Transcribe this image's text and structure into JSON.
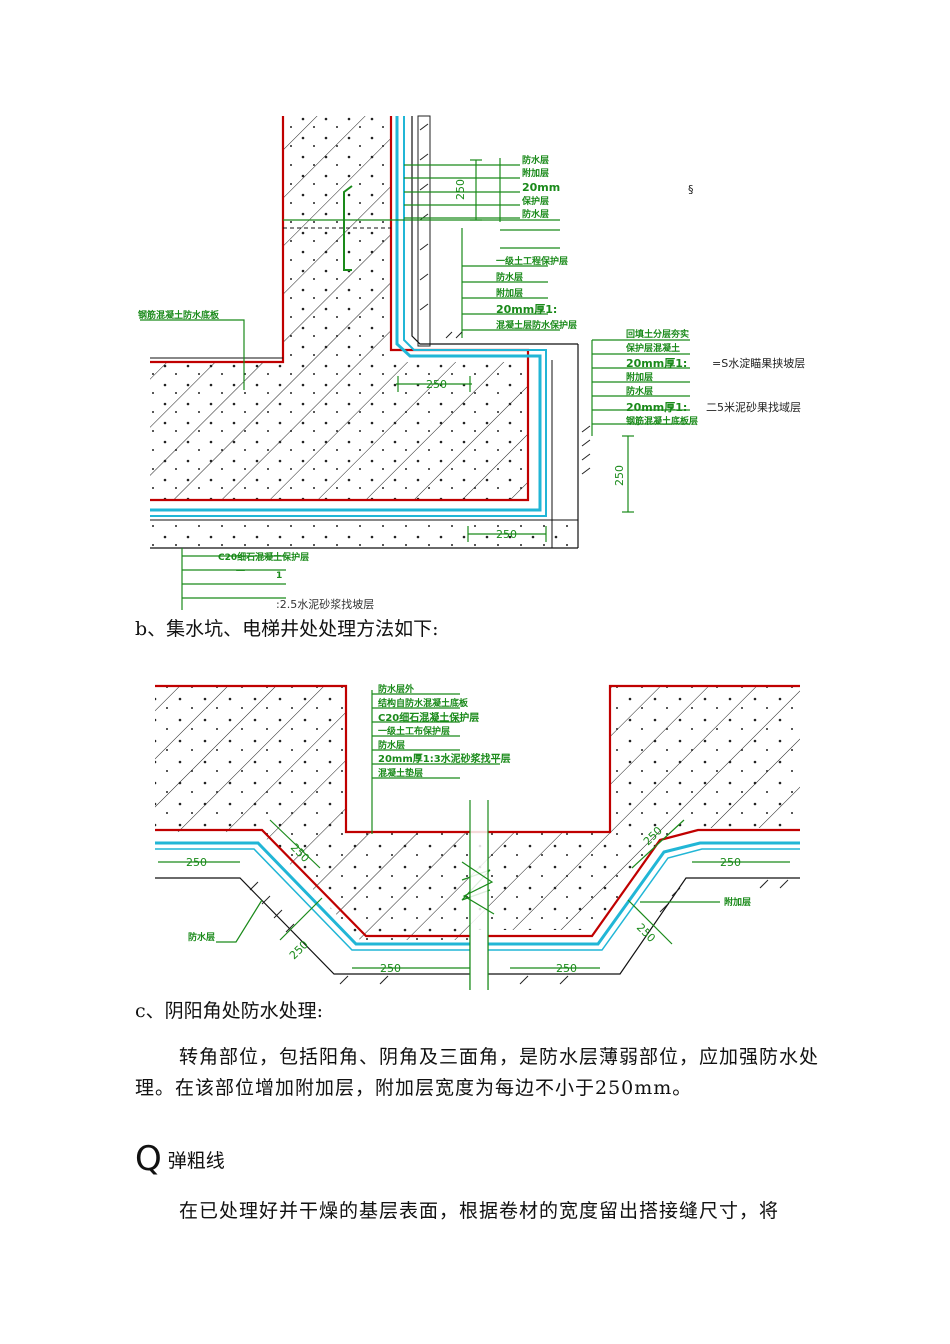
{
  "figure1": {
    "wall_labels": [
      "防水层",
      "附加层",
      "20mm",
      "保护层",
      "防水层"
    ],
    "left_labels": [
      "一级土工程保护层",
      "防水层",
      "附加层",
      "20mm厚1:",
      "混凝土层防水保护层"
    ],
    "right_labels": [
      "回填土分层夯实",
      "保护层混凝土",
      "20mm厚1:",
      "附加层",
      "防水层",
      "20mm厚1:",
      "钢筋混凝土底板层"
    ],
    "left_note": "钢筋混凝土防水底板",
    "right_note_1": "=S水淀瞄果挟坡层",
    "right_note_2": "二5米泥砂果找域层",
    "bottom_labels": [
      "C20细石混凝土保护层",
      "一",
      "1"
    ],
    "bottom_note": ":2.5水泥砂浆找坡层",
    "dim_250": "250",
    "stray_mark": "§"
  },
  "heading_b": "b、集水坑、电梯井处处理方法如下:",
  "figure2": {
    "labels": [
      "防水层外",
      "结构自防水混凝土底板",
      "C20细石混凝土保护层",
      "一级土工布保护层",
      "防水层",
      "20mm厚1:3水泥砂浆找平层",
      "混凝土垫层"
    ],
    "left_note": "防水层",
    "right_note": "附加层",
    "dim_250": "250"
  },
  "heading_c": "c、阴阳角处防水处理:",
  "paragraph_c": "转角部位，包括阳角、阴角及三面角，是防水层薄弱部位，应加强防水处理。在该部位增加附加层，附加层宽度为每边不小于250mm。",
  "section_q": {
    "glyph": "Q",
    "title": "弹粗线"
  },
  "paragraph_last": "在已处理好并干燥的基层表面，根据卷材的宽度留出搭接缝尺寸，将"
}
